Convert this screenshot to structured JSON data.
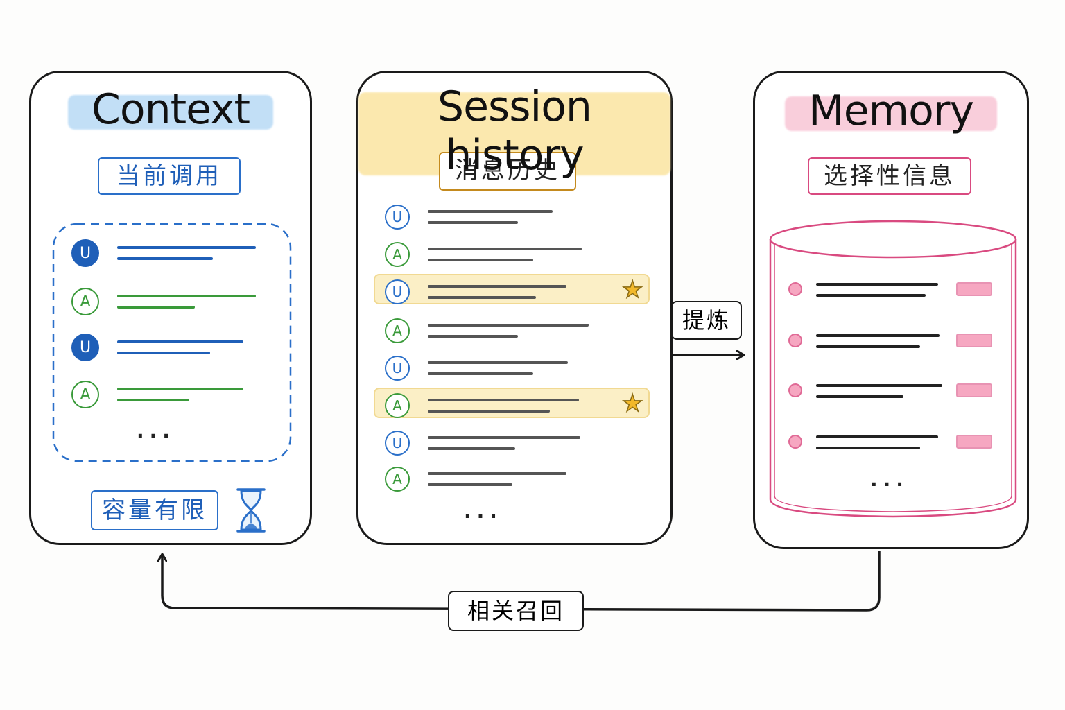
{
  "colors": {
    "context_accent": "#2a6fc9",
    "context_user": "#1f5fb8",
    "context_assistant": "#3a9a3a",
    "session_accent": "#c48a1e",
    "session_icon": "#2a6fc9",
    "session_assistant": "#3a9a3a",
    "memory_accent": "#d94a80",
    "highlight_blue": "#bcdcf6",
    "highlight_yellow": "#fbe6a6",
    "highlight_pink": "#f9c9d8"
  },
  "context": {
    "title": "Context",
    "label": "当前调用",
    "messages": [
      {
        "role": "U",
        "icon": "user-avatar-icon"
      },
      {
        "role": "A",
        "icon": "assistant-avatar-icon"
      },
      {
        "role": "U",
        "icon": "user-avatar-icon"
      },
      {
        "role": "A",
        "icon": "assistant-avatar-icon"
      }
    ],
    "ellipsis": "...",
    "capacity_label": "容量有限",
    "capacity_icon": "hourglass-icon"
  },
  "session": {
    "title": "Session history",
    "label": "消息历史",
    "messages": [
      {
        "role": "U",
        "starred": false
      },
      {
        "role": "A",
        "starred": false
      },
      {
        "role": "U",
        "starred": true
      },
      {
        "role": "A",
        "starred": false
      },
      {
        "role": "U",
        "starred": false
      },
      {
        "role": "A",
        "starred": true
      },
      {
        "role": "U",
        "starred": false
      },
      {
        "role": "A",
        "starred": false
      }
    ],
    "ellipsis": "...",
    "star_icon": "star-icon"
  },
  "memory": {
    "title": "Memory",
    "label": "选择性信息",
    "entries": 4,
    "ellipsis": "...",
    "container_icon": "database-cylinder-icon"
  },
  "connectors": {
    "distill_label": "提炼",
    "recall_label": "相关召回"
  }
}
